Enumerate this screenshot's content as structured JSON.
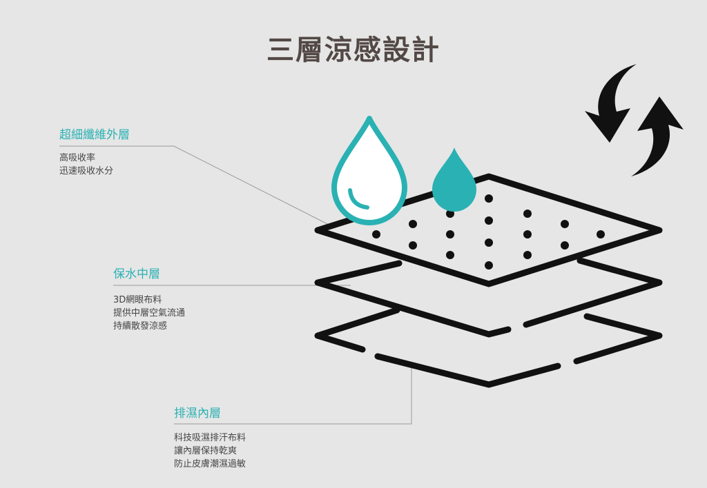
{
  "title": "三層涼感設計",
  "colors": {
    "accent": "#2ab1b3",
    "title": "#524845",
    "ink": "#111111",
    "background": "#e6e6e6"
  },
  "icons": [
    "water-drop-large-icon",
    "water-drop-small-icon",
    "circulation-arrows-icon"
  ],
  "layers": [
    {
      "name": "超細纖維外層",
      "lines": [
        "高吸收率",
        "迅速吸收水分"
      ]
    },
    {
      "name": "保水中層",
      "lines": [
        "3D網眼布料",
        "提供中層空氣流通",
        "持續散發涼感"
      ]
    },
    {
      "name": "排濕內層",
      "lines": [
        "科技吸濕排汗布料",
        "讓內層保持乾爽",
        "防止皮膚潮濕過敏"
      ]
    }
  ]
}
